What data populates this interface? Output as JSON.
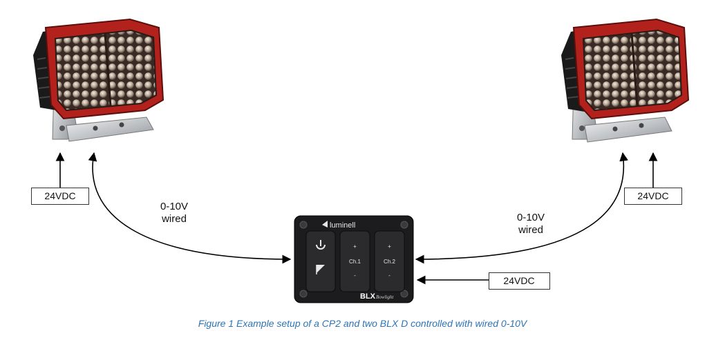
{
  "labels": {
    "left_supply": "24VDC",
    "right_supply": "24VDC",
    "panel_supply": "24VDC",
    "left_link_line1": "0-10V",
    "left_link_line2": "wired",
    "right_link_line1": "0-10V",
    "right_link_line2": "wired"
  },
  "control_panel": {
    "brand": "luminell",
    "power_icon": "power-icon",
    "dim_icon": "dim-icon",
    "ch1": {
      "label": "Ch.1",
      "plus": "+",
      "minus": "-"
    },
    "ch2": {
      "label": "Ch.2",
      "plus": "+",
      "minus": "-"
    },
    "product": "BLX",
    "product_sub": "Bowlight"
  },
  "caption": "Figure 1 Example setup of a CP2 and two BLX D controlled with wired 0-10V",
  "colors": {
    "housing_red": "#b3211c",
    "panel_body": "#1c1c1e",
    "caption_blue": "#2e74b5",
    "arrow": "#000000"
  }
}
